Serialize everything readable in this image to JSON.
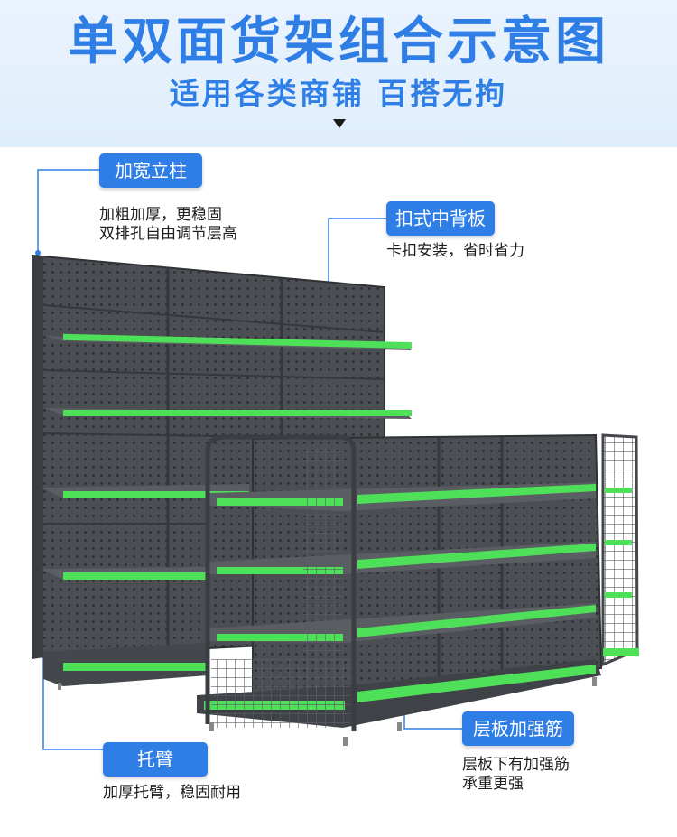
{
  "header": {
    "title": "单双面货架组合示意图",
    "subtitle": "适用各类商铺 百搭无拘"
  },
  "callouts": {
    "upright": {
      "label": "加宽立柱",
      "desc_line1": "加粗加厚，更稳固",
      "desc_line2": "双排孔自由调节层高"
    },
    "backpanel": {
      "label": "扣式中背板",
      "desc_line1": "卡扣安装，省时省力"
    },
    "bracket": {
      "label": "托臂",
      "desc_line1": "加厚托臂，稳固耐用"
    },
    "reinforcement": {
      "label": "层板加强筋",
      "desc_line1": "层板下有加强筋",
      "desc_line2": "承重更强"
    }
  },
  "colors": {
    "accent": "#2e7ee6",
    "shelf_frame": "#4b4e53",
    "shelf_edge": "#4fe05a",
    "header_bg": "#e4f0fc"
  }
}
